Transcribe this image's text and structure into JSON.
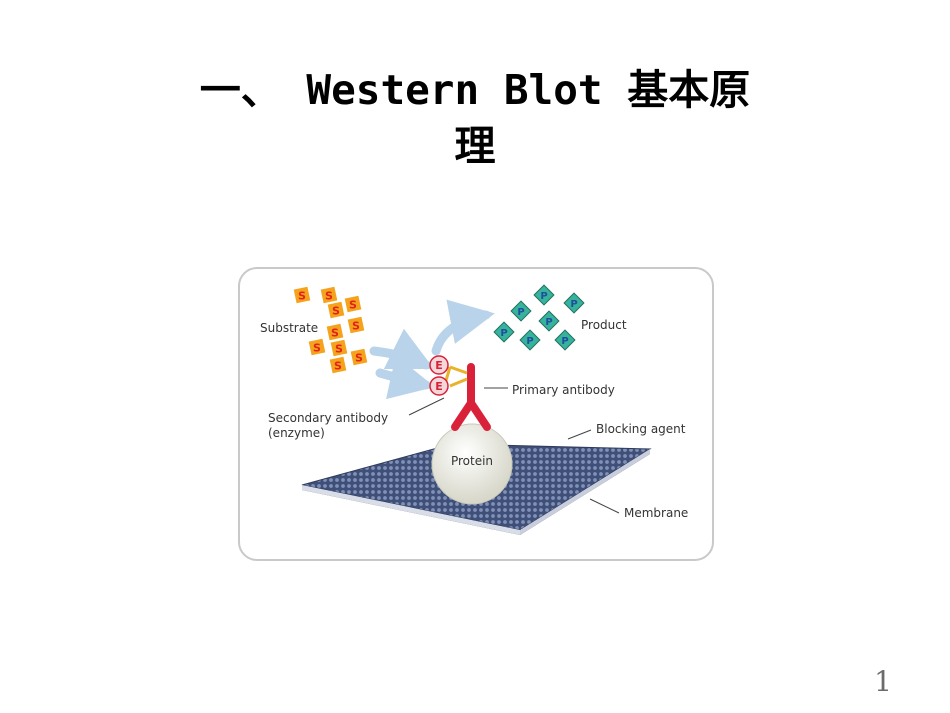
{
  "slide": {
    "title_line1": "一、 Western Blot  基本原",
    "title_line2": "理",
    "page_number": "1"
  },
  "diagram": {
    "labels": {
      "substrate": "Substrate",
      "product": "Product",
      "primary_antibody": "Primary antibody",
      "secondary_antibody_line1": "Secondary antibody",
      "secondary_antibody_line2": "(enzyme)",
      "blocking_agent": "Blocking agent",
      "protein": "Protein",
      "membrane": "Membrane"
    },
    "glyphs": {
      "substrate": "S",
      "product": "P",
      "enzyme": "E"
    },
    "colors": {
      "substrate_fill": "#f5a31c",
      "substrate_text": "#e2231a",
      "product_fill": "#36b39a",
      "product_text": "#1f4fa0",
      "antibody": "#d9213a",
      "enzyme_fill": "#f4d7d9",
      "arrow": "#b9d3ea",
      "membrane": "#3f4f78",
      "protein": "#ebebe2",
      "frame": "#c9c9c9"
    }
  }
}
